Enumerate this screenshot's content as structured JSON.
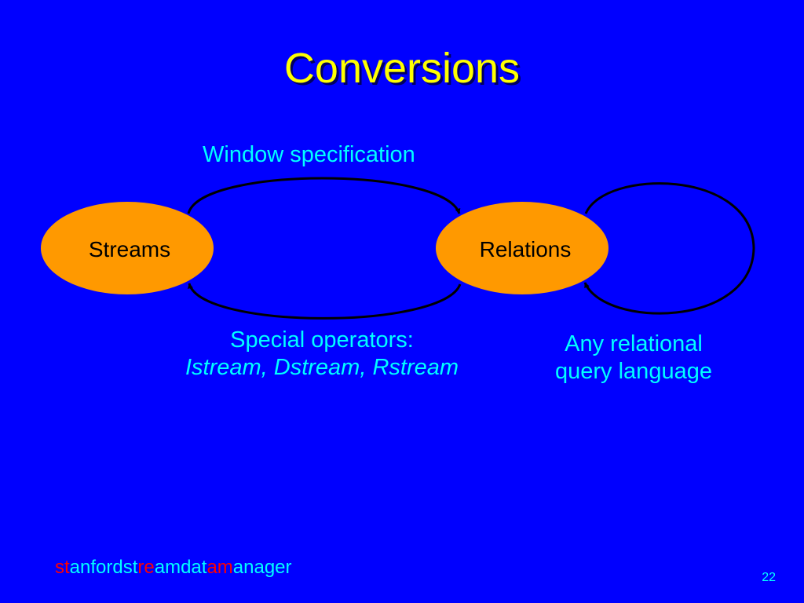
{
  "slide": {
    "title": "Conversions",
    "page_number": "22"
  },
  "colors": {
    "background": "#0000ff",
    "title": "#ffff00",
    "label": "#00ffff",
    "node_fill": "#ff9900",
    "arrow": "#000000",
    "logo_accent": "#ff0000"
  },
  "diagram": {
    "nodes": {
      "streams": "Streams",
      "relations": "Relations"
    },
    "edges": {
      "window_spec": "Window specification",
      "special_ops_line1": "Special operators:",
      "special_ops_line2": "Istream, Dstream, Rstream",
      "relational_line1": "Any relational",
      "relational_line2": "query language"
    }
  },
  "footer": {
    "logo_parts": [
      "st",
      "anfordst",
      "re",
      "amdat",
      "am",
      "anager"
    ]
  }
}
